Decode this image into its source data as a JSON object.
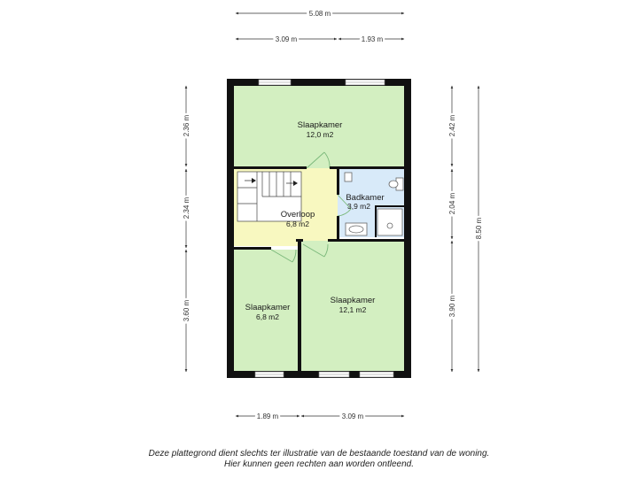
{
  "colors": {
    "room_fill": "#d3efc1",
    "landing_fill": "#f8f8c0",
    "bathroom_fill": "#d8eaf9",
    "wall": "#111111",
    "door_swing": "#7ab87a"
  },
  "dimensions": {
    "top_total": "5.08 m",
    "top_left": "3.09 m",
    "top_right": "1.93 m",
    "bottom_left": "1.89 m",
    "bottom_right": "3.09 m",
    "left_top": "2.36 m",
    "left_mid": "2.34 m",
    "left_bottom": "3.60 m",
    "right_top": "2.42 m",
    "right_mid": "2.04 m",
    "right_bottom": "3.90 m",
    "right_total": "8.50 m"
  },
  "rooms": {
    "bedroom_top": {
      "name": "Slaapkamer",
      "area": "12,0 m2"
    },
    "landing": {
      "name": "Overloop",
      "area": "6,8 m2"
    },
    "bathroom": {
      "name": "Badkamer",
      "area": "3,9 m2"
    },
    "bedroom_small": {
      "name": "Slaapkamer",
      "area": "6,8 m2"
    },
    "bedroom_large": {
      "name": "Slaapkamer",
      "area": "12,1 m2"
    }
  },
  "disclaimer": {
    "line1": "Deze plattegrond dient slechts ter illustratie van de bestaande toestand van de woning.",
    "line2": "Hier kunnen geen rechten aan worden ontleend."
  }
}
